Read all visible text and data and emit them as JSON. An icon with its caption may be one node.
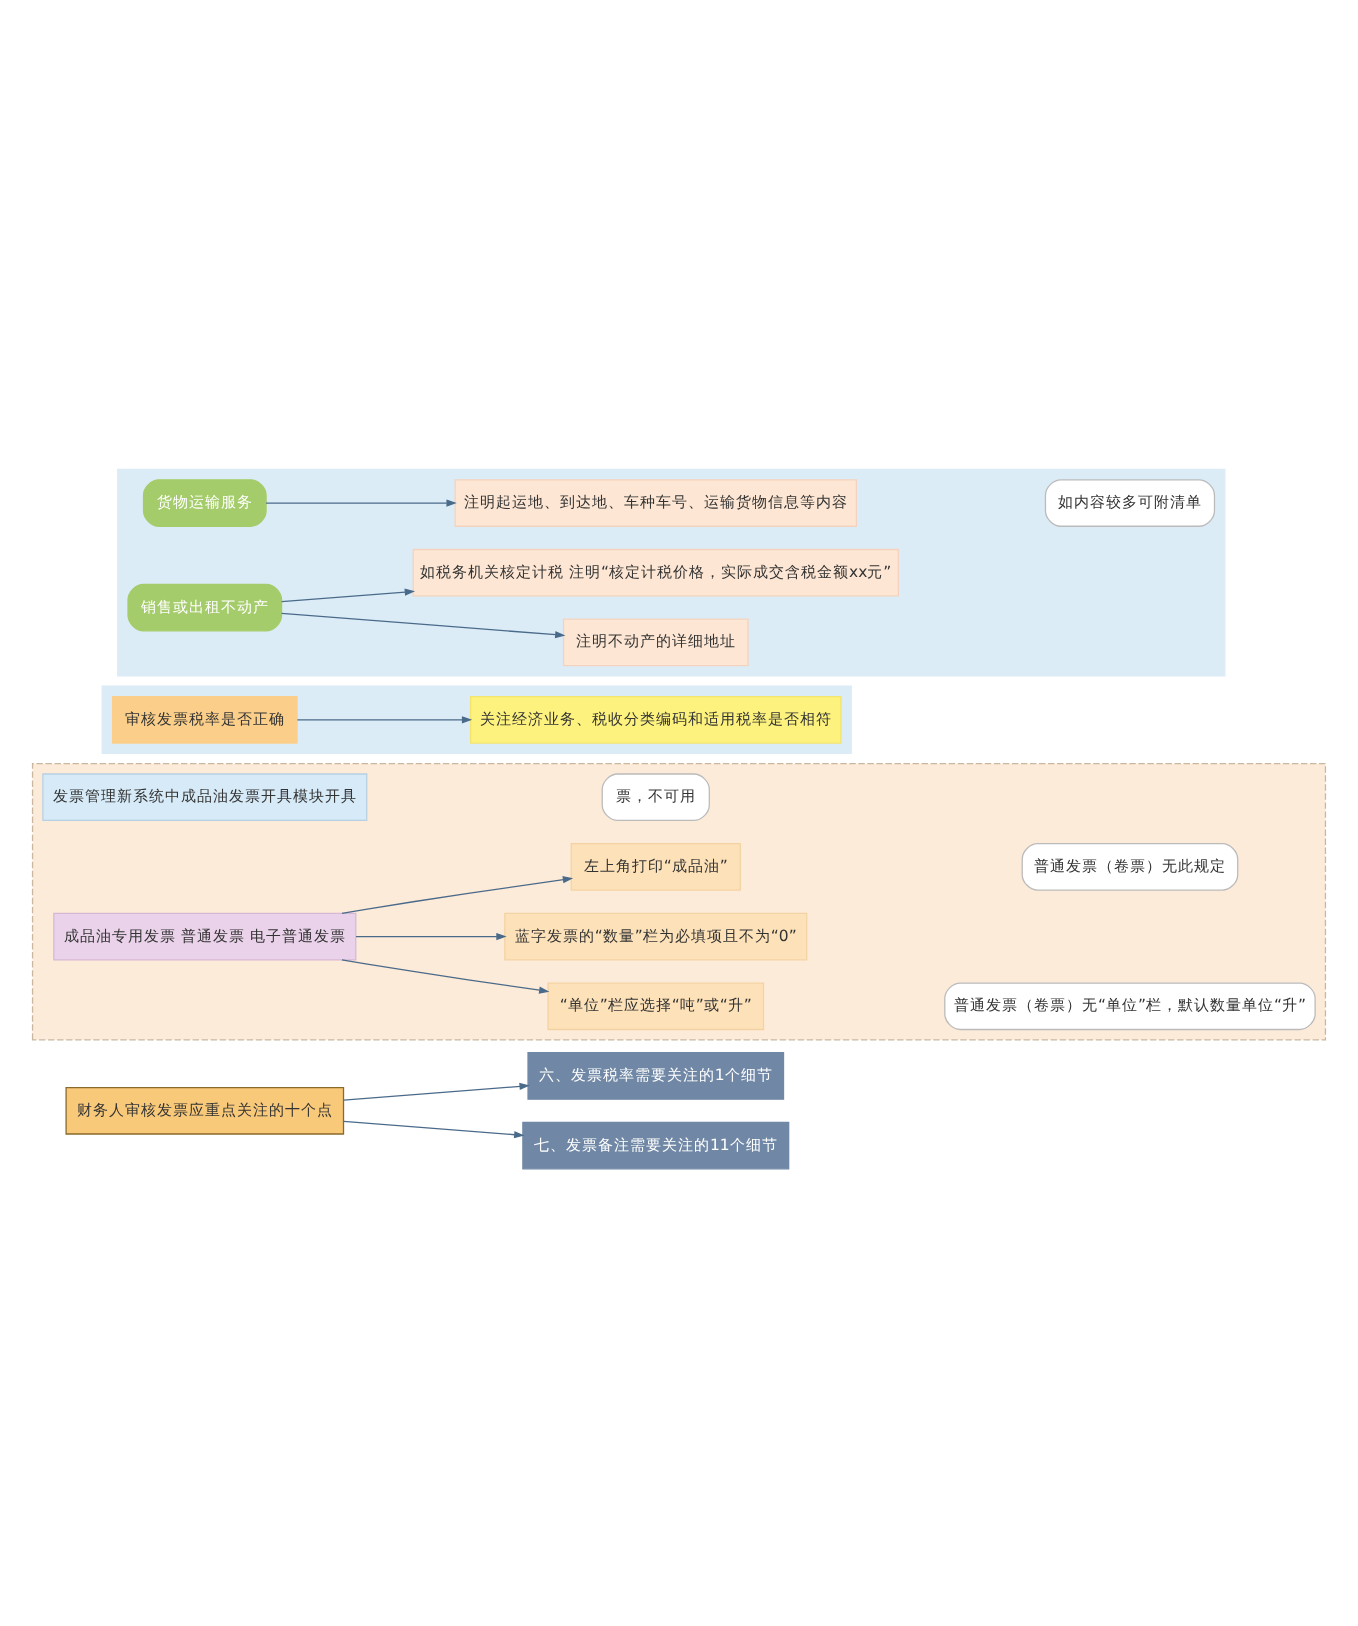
{
  "diagram": {
    "nodes": [
      {
        "text": [
          "财务人审核发票应重点关注的十个点"
        ]
      },
      {
        "text": [],
        "shape": "box"
      },
      {
        "text": [
          "发票管理新系统中成品油发票开具模块开具"
        ],
        "in": 1
      },
      {
        "text": [
          "票，不可用"
        ],
        "in": 1
      },
      {
        "text": [
          "成品油专用发票 普通发票 电子普通发票"
        ],
        "in": 1
      },
      {
        "text": [
          "“单位”栏应选择“吨”或“升”"
        ],
        "in": 1
      },
      {
        "text": [
          "蓝字发票的“数量”栏为必填项且不为“0”"
        ],
        "in": 1
      },
      {
        "text": [
          "左上角打印“成品油”"
        ],
        "in": 1
      },
      {
        "text": [
          "普通发票（卷票）无“单位”栏，默认数量单位“升”"
        ],
        "in": 1
      },
      {
        "text": [
          "普通发票（卷票）无此规定"
        ],
        "in": 1
      },
      {
        "text": [
          "六、发票税率需要关注的1个细节"
        ]
      },
      {
        "text": [],
        "shape": "box"
      },
      {
        "text": [
          "审核发票税率是否正确"
        ],
        "in": 11
      },
      {
        "text": [
          "关注经济业务、税收分类编码和适用税率是否相符"
        ],
        "in": 11
      },
      {
        "text": [
          "七、发票备注需要关注的11个细节"
        ]
      },
      {
        "text": [],
        "shape": "box"
      },
      {
        "text": [
          "货物运输服务"
        ],
        "in": 15
      },
      {
        "text": [
          "注明起运地、到达地、车种车号、运输货物信息等内容"
        ],
        "in": 15
      },
      {
        "text": [
          "如内容较多可附清单"
        ],
        "in": 15
      },
      {
        "text": [
          "销售或出租不动产"
        ],
        "in": 15
      },
      {
        "text": [
          "注明不动产的详细地址"
        ],
        "in": 15
      },
      {
        "text": [
          "如税务机关核定计税 注明“核定计税价格，实际成交含税金额xx元”"
        ],
        "in": 15
      }
    ],
    "edges": [
      {
        "from": 0,
        "to": 10,
        "arrow": "to"
      },
      {
        "from": 0,
        "to": 14,
        "arrow": "to"
      },
      {
        "from": 4,
        "to": 5,
        "arrow": "to"
      },
      {
        "from": 4,
        "to": 6,
        "arrow": "to"
      },
      {
        "from": 4,
        "to": 7,
        "arrow": "to"
      },
      {
        "from": 12,
        "to": 13,
        "arrow": "to"
      },
      {
        "from": 16,
        "to": 17,
        "arrow": "to"
      },
      {
        "from": 19,
        "to": 20,
        "arrow": "to"
      },
      {
        "from": 19,
        "to": 21,
        "arrow": "to"
      }
    ]
  }
}
